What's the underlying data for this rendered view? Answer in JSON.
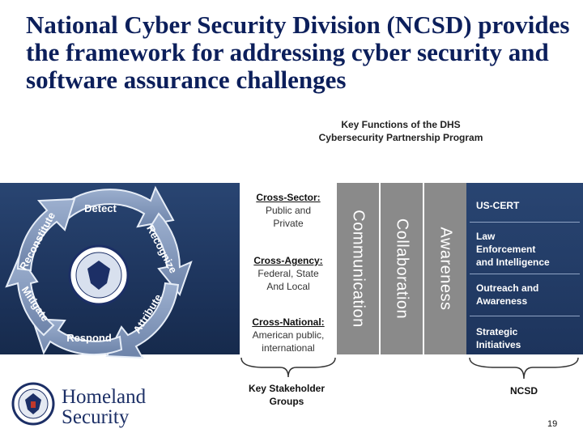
{
  "slide": {
    "title": "National Cyber Security Division (NCSD) provides the framework for addressing cyber security and software assurance challenges",
    "key_functions_line1": "Key Functions of the DHS",
    "key_functions_line2": "Cybersecurity Partnership Program",
    "page_number": "19"
  },
  "cycle": {
    "stages": [
      "Detect",
      "Recognize",
      "Attribute",
      "Respond",
      "Mitigate",
      "Reconstitute"
    ],
    "arrow_color": "#7d93b7"
  },
  "stakeholders": [
    {
      "label": "Cross-Sector:",
      "detail_line1": "Public and",
      "detail_line2": "Private"
    },
    {
      "label": "Cross-Agency:",
      "detail_line1": "Federal, State",
      "detail_line2": "And Local"
    },
    {
      "label": "Cross-National:",
      "detail_line1": "American public,",
      "detail_line2": "international"
    }
  ],
  "columns": [
    "Communication",
    "Collaboration",
    "Awareness"
  ],
  "functions": [
    {
      "line1": "US-CERT"
    },
    {
      "line1": "Law",
      "line2": "Enforcement",
      "line3": "and Intelligence"
    },
    {
      "line1": "Outreach and",
      "line2": "Awareness"
    },
    {
      "line1": "Strategic",
      "line2": "Initiatives"
    }
  ],
  "footer": {
    "key_stakeholder_line1": "Key Stakeholder",
    "key_stakeholder_line2": "Groups",
    "ncsd_label": "NCSD",
    "logo_line1": "Homeland",
    "logo_line2": "Security"
  },
  "colors": {
    "title": "#0c1f5b",
    "band": "#1d345c",
    "column": "#8a8a8a"
  }
}
